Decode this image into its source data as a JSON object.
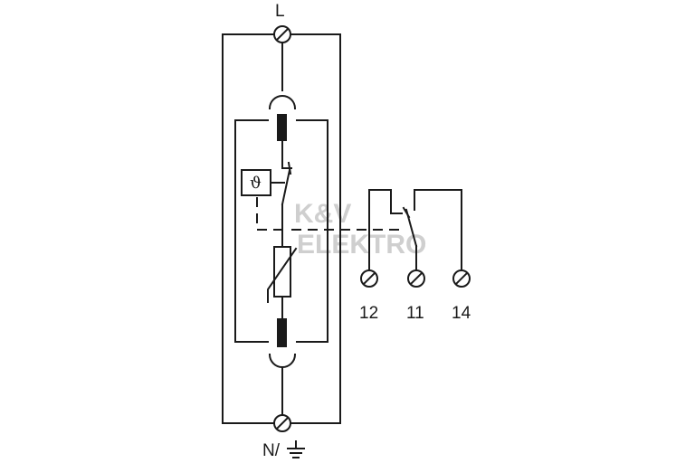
{
  "labels": {
    "line": "L",
    "neutral": "N/",
    "theta": "ϑ",
    "terminal_12": "12",
    "terminal_11": "11",
    "terminal_14": "14"
  },
  "watermark": {
    "line1": "K&V",
    "line2": "ELEKTRO"
  },
  "icons": {
    "ground": "ground-icon",
    "terminal": "screw-terminal-icon",
    "varistor": "varistor-icon",
    "thermal_sensor": "thermal-sensor-icon",
    "fuse": "fuse-element-icon"
  },
  "colors": {
    "line": "#1a1a1a",
    "background": "#ffffff",
    "watermark": "#cfcfcf"
  }
}
